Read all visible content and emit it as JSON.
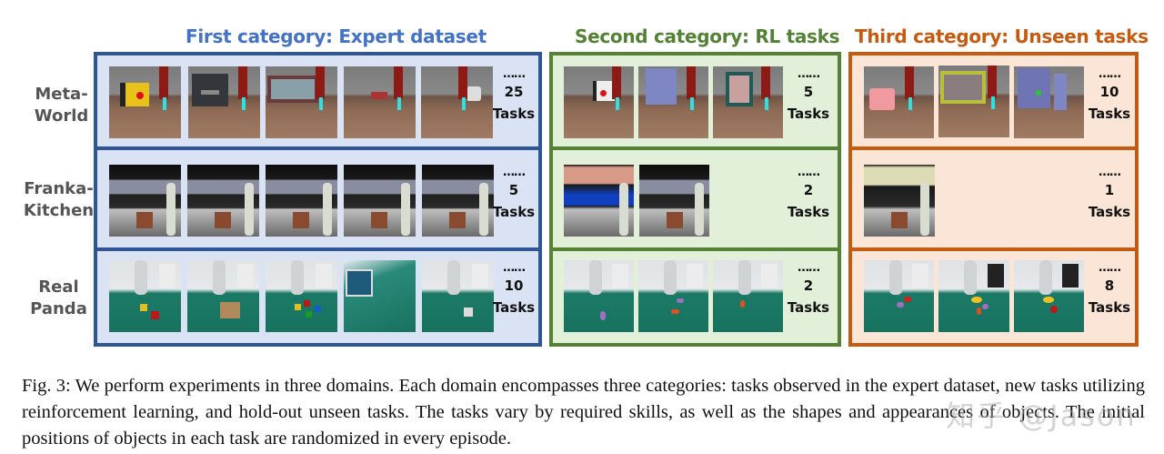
{
  "figure": {
    "categories": [
      {
        "title": "First category: Expert dataset",
        "color": "#4472c4",
        "border": "#2f5597",
        "fill": "#dae3f3"
      },
      {
        "title": "Second category: RL tasks",
        "color": "#548235",
        "border": "#548235",
        "fill": "#e2f0d9"
      },
      {
        "title": "Third category: Unseen tasks",
        "color": "#c55a11",
        "border": "#c55a11",
        "fill": "#fbe5d6"
      }
    ],
    "domains": [
      {
        "label_line1": "Meta-",
        "label_line2": "World"
      },
      {
        "label_line1": "Franka-",
        "label_line2": "Kitchen"
      },
      {
        "label_line1": "Real",
        "label_line2": "Panda"
      }
    ],
    "cells": {
      "expert": [
        {
          "dots": "……",
          "count": "25",
          "unit": "Tasks",
          "thumbnails": 5
        },
        {
          "dots": "……",
          "count": "5",
          "unit": "Tasks",
          "thumbnails": 5
        },
        {
          "dots": "……",
          "count": "10",
          "unit": "Tasks",
          "thumbnails": 5
        }
      ],
      "rl": [
        {
          "dots": "……",
          "count": "5",
          "unit": "Tasks",
          "thumbnails": 3
        },
        {
          "dots": "……",
          "count": "2",
          "unit": "Tasks",
          "thumbnails": 2
        },
        {
          "dots": "……",
          "count": "2",
          "unit": "Tasks",
          "thumbnails": 3
        }
      ],
      "unseen": [
        {
          "dots": "……",
          "count": "10",
          "unit": "Tasks",
          "thumbnails": 3
        },
        {
          "dots": "……",
          "count": "1",
          "unit": "Tasks",
          "thumbnails": 1
        },
        {
          "dots": "……",
          "count": "8",
          "unit": "Tasks",
          "thumbnails": 3
        }
      ]
    }
  },
  "caption": {
    "text": "Fig. 3: We perform experiments in three domains. Each domain encompasses three categories: tasks observed in the expert dataset, new tasks utilizing reinforcement learning, and hold-out unseen tasks. The tasks vary by required skills, as well as the shapes and appearances of objects. The initial positions of objects in each task are randomized in every episode."
  },
  "watermark": {
    "text": "知乎 @Jason"
  }
}
